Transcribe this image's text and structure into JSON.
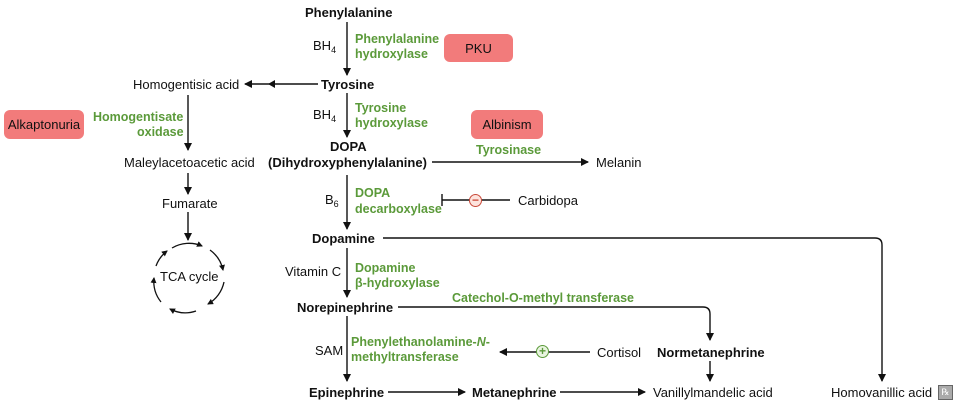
{
  "nodes": {
    "phenylalanine": "Phenylalanine",
    "tyrosine": "Tyrosine",
    "homogentisic_acid": "Homogentisic acid",
    "maleylacetoacetic_acid": "Maleylacetoacetic acid",
    "fumarate": "Fumarate",
    "tca_cycle": "TCA cycle",
    "dopa_line1": "DOPA",
    "dopa_line2": "(Dihydroxyphenylalanine)",
    "melanin": "Melanin",
    "dopamine": "Dopamine",
    "norepinephrine": "Norepinephrine",
    "normetanephrine": "Normetanephrine",
    "epinephrine": "Epinephrine",
    "metanephrine": "Metanephrine",
    "vanillylmandelic_acid": "Vanillylmandelic acid",
    "homovanillic_acid": "Homovanillic acid"
  },
  "enzymes": {
    "phenylalanine_hydroxylase_1": "Phenylalanine",
    "phenylalanine_hydroxylase_2": "hydroxylase",
    "tyrosine_hydroxylase_1": "Tyrosine",
    "tyrosine_hydroxylase_2": "hydroxylase",
    "homogentisate_oxidase_1": "Homogentisate",
    "homogentisate_oxidase_2": "oxidase",
    "tyrosinase": "Tyrosinase",
    "dopa_decarboxylase_1": "DOPA",
    "dopa_decarboxylase_2": "decarboxylase",
    "dopamine_hydroxylase_1": "Dopamine",
    "dopamine_hydroxylase_2": "β-hydroxylase",
    "comt": "Catechol-O-methyl transferase",
    "pnmt_1": "Phenylethanolamine-",
    "pnmt_1_italic": "N",
    "pnmt_1_tail": "-",
    "pnmt_2": "methyltransferase"
  },
  "cofactors": {
    "bh4_a": "BH",
    "bh4_a_sub": "4",
    "bh4_b": "BH",
    "bh4_b_sub": "4",
    "b6": "B",
    "b6_sub": "6",
    "vitamin_c": "Vitamin C",
    "sam": "SAM"
  },
  "modulators": {
    "carbidopa": "Carbidopa",
    "cortisol": "Cortisol",
    "minus_sign": "−",
    "plus_sign": "+"
  },
  "diseases": {
    "pku": "PKU",
    "albinism": "Albinism",
    "alkaptonuria": "Alkaptonuria"
  },
  "colors": {
    "enzyme_green": "#5b9a3a",
    "disease_red": "#f27b7b",
    "inhibit_red": "#c94a3a",
    "arrow_black": "#111111"
  },
  "logo_text": "℞"
}
